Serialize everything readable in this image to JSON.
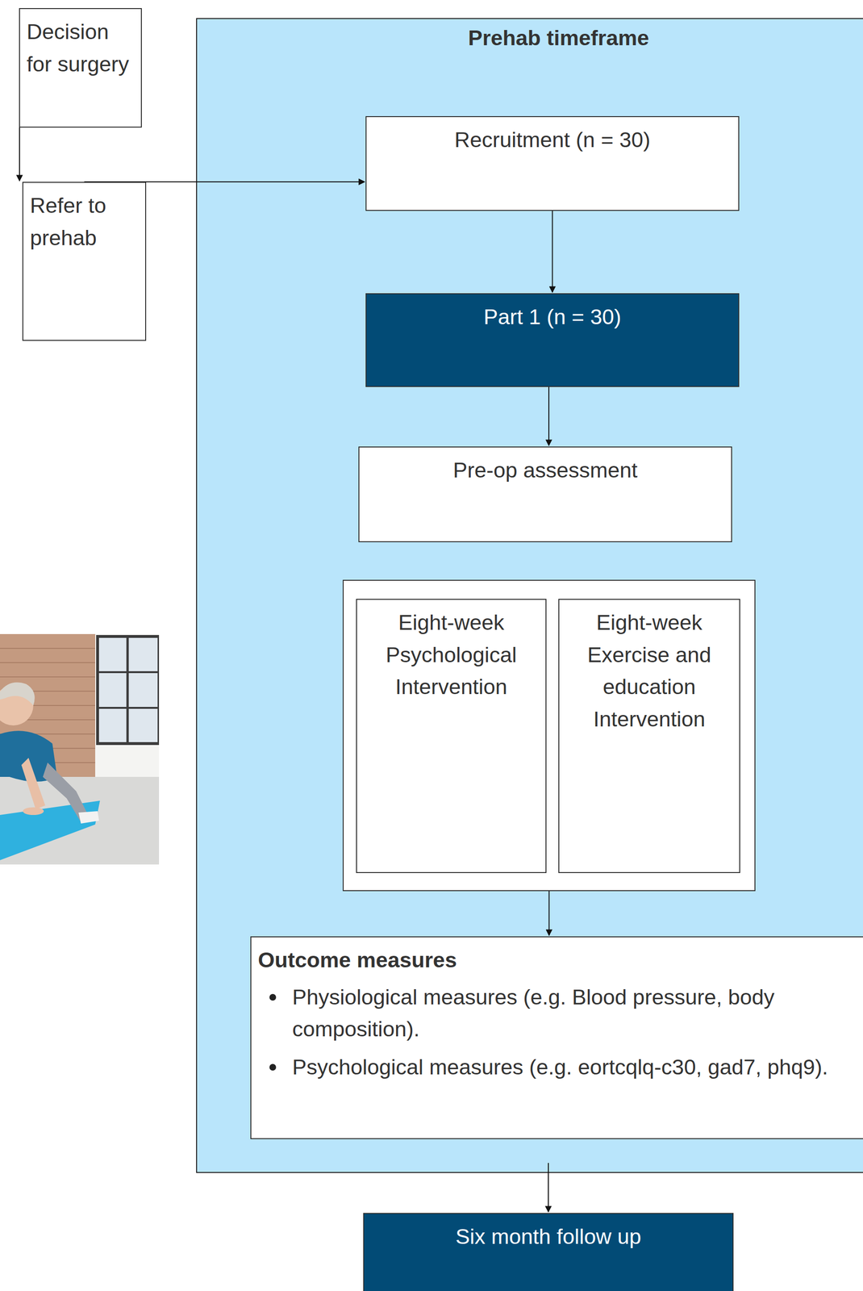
{
  "diagram": {
    "nodes": [
      {
        "text": [
          "Decision for surgery"
        ]
      },
      {
        "text": [
          "Refer to prehab"
        ]
      },
      {
        "text": [
          "Prehab timeframe"
        ]
      },
      {
        "text": [
          "Recruitment (n = 30)"
        ],
        "in": 2
      },
      {
        "text": [
          "Part 1 (n = 30)"
        ],
        "in": 2
      },
      {
        "text": [
          "Pre-op assessment"
        ],
        "in": 2
      },
      {
        "text": [],
        "in": 2
      },
      {
        "text": [
          "Eight-week Psychological Intervention"
        ],
        "in": 6
      },
      {
        "text": [
          "Eight-week Exercise and education Intervention"
        ],
        "in": 6
      },
      {
        "text": [
          "Outcome measures",
          "Physiological measures (e.g. Blood pressure, body composition).",
          "Psychological measures (e.g. eortcqlq-c30, gad7, phq9)."
        ],
        "in": 2
      },
      {
        "text": [
          "Six month follow up"
        ]
      }
    ],
    "edges": [
      {
        "from": 0,
        "to": 1,
        "arrow": "to"
      },
      {
        "from": 1,
        "to": 3,
        "arrow": "to"
      },
      {
        "from": 3,
        "to": 4,
        "arrow": "to"
      },
      {
        "from": 4,
        "to": 5,
        "arrow": "to"
      },
      {
        "from": 6,
        "to": 9,
        "arrow": "to"
      },
      {
        "from": 2,
        "to": 10,
        "arrow": "to"
      }
    ]
  }
}
